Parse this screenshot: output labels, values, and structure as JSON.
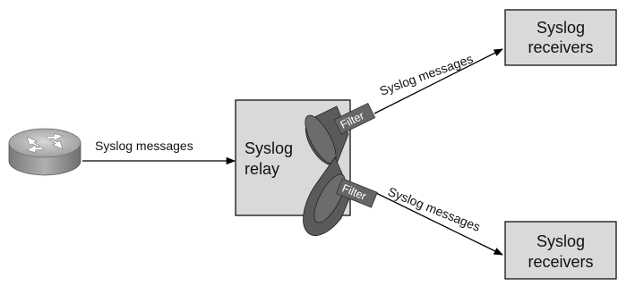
{
  "diagram": {
    "router": {
      "icon": "router-icon"
    },
    "relay": {
      "line1": "Syslog",
      "line2": "relay"
    },
    "receivers": [
      {
        "line1": "Syslog",
        "line2": "receivers"
      },
      {
        "line1": "Syslog",
        "line2": "receivers"
      }
    ],
    "messages": {
      "input": "Syslog messages",
      "upper": "Syslog messages",
      "lower": "Syslog messages"
    },
    "filters": {
      "upper": "Filter",
      "lower": "Filter"
    },
    "colors": {
      "box_fill": "#d9d9d9",
      "filter_funnel": "#555555",
      "filter_label_bg": "#666666",
      "router_body": "#a6a6a6",
      "line": "#000000"
    }
  }
}
